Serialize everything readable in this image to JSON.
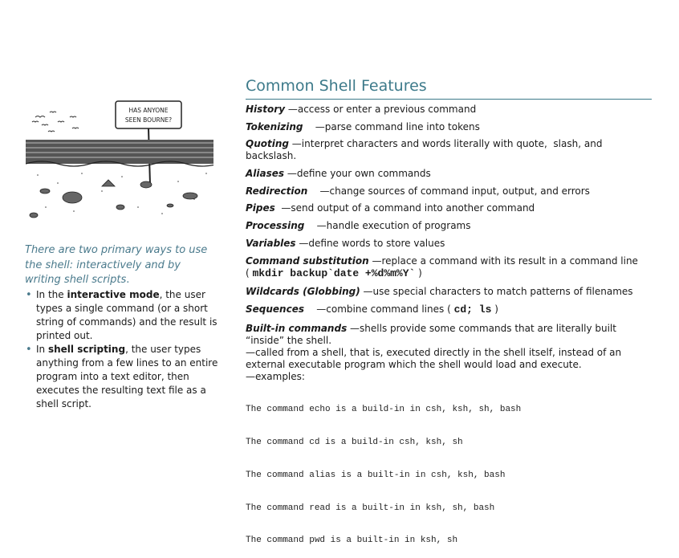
{
  "cartoon": {
    "sign_text_line1": "HAS ANYONE",
    "sign_text_line2": "SEEN BOURNE?"
  },
  "intro": {
    "text": "There are two primary ways to use the shell: interactively and by writing shell scripts",
    "trailing": "."
  },
  "bullets": [
    {
      "prefix": "In the ",
      "bold": "interactive mode",
      "suffix": ", the user types a single command (or a short string of commands) and the result is printed out."
    },
    {
      "prefix": "In ",
      "bold": "shell scripting",
      "suffix": ", the user types anything from a few lines to an entire program into a text editor, then executes the resulting text file as a shell script."
    }
  ],
  "title": "Common Shell Features",
  "features": [
    {
      "term": "History",
      "desc": " —access or enter a previous command"
    },
    {
      "term": "Tokenizing",
      "desc": "    —parse command line into tokens"
    },
    {
      "term": "Quoting",
      "desc": " —interpret characters and words literally with quote,  slash, and backslash."
    },
    {
      "term": "Aliases",
      "desc": " —define your own commands"
    },
    {
      "term": "Redirection",
      "desc": "    —change sources of command input, output, and errors"
    },
    {
      "term": "Pipes",
      "desc": "  —send output of a command into another command"
    },
    {
      "term": "Processing",
      "desc": "    —handle execution of programs"
    },
    {
      "term": "Variables",
      "desc": " —define words to store values"
    },
    {
      "term": "Command substitution",
      "desc": " —replace a command with its result in a command line",
      "mono_prefix": "( ",
      "mono": "mkdir backup`date +%d%m%Y`",
      "mono_suffix": " )"
    },
    {
      "term": "Wildcards (Globbing)",
      "desc": " —use special characters to match patterns of filenames"
    },
    {
      "term": "Sequences",
      "desc": "    —combine command lines ( ",
      "mono": "cd; ls",
      "desc2": " )"
    },
    {
      "term": "Built-in commands",
      "desc": " —shells provide some commands that are literally built “inside” the shell."
    }
  ],
  "builtin_extra": [
    "—called from a shell, that is, executed directly in the shell itself, instead of an external executable program which the shell would load and execute.",
    "—examples:"
  ],
  "examples": [
    "The command echo is a build-in in csh, ksh, sh, bash",
    "The command cd is a build-in csh, ksh, sh",
    "The command alias is a built-in in csh, ksh, bash",
    "The command read is a built-in in ksh, sh, bash",
    "The command pwd is a built-in in ksh, sh"
  ]
}
